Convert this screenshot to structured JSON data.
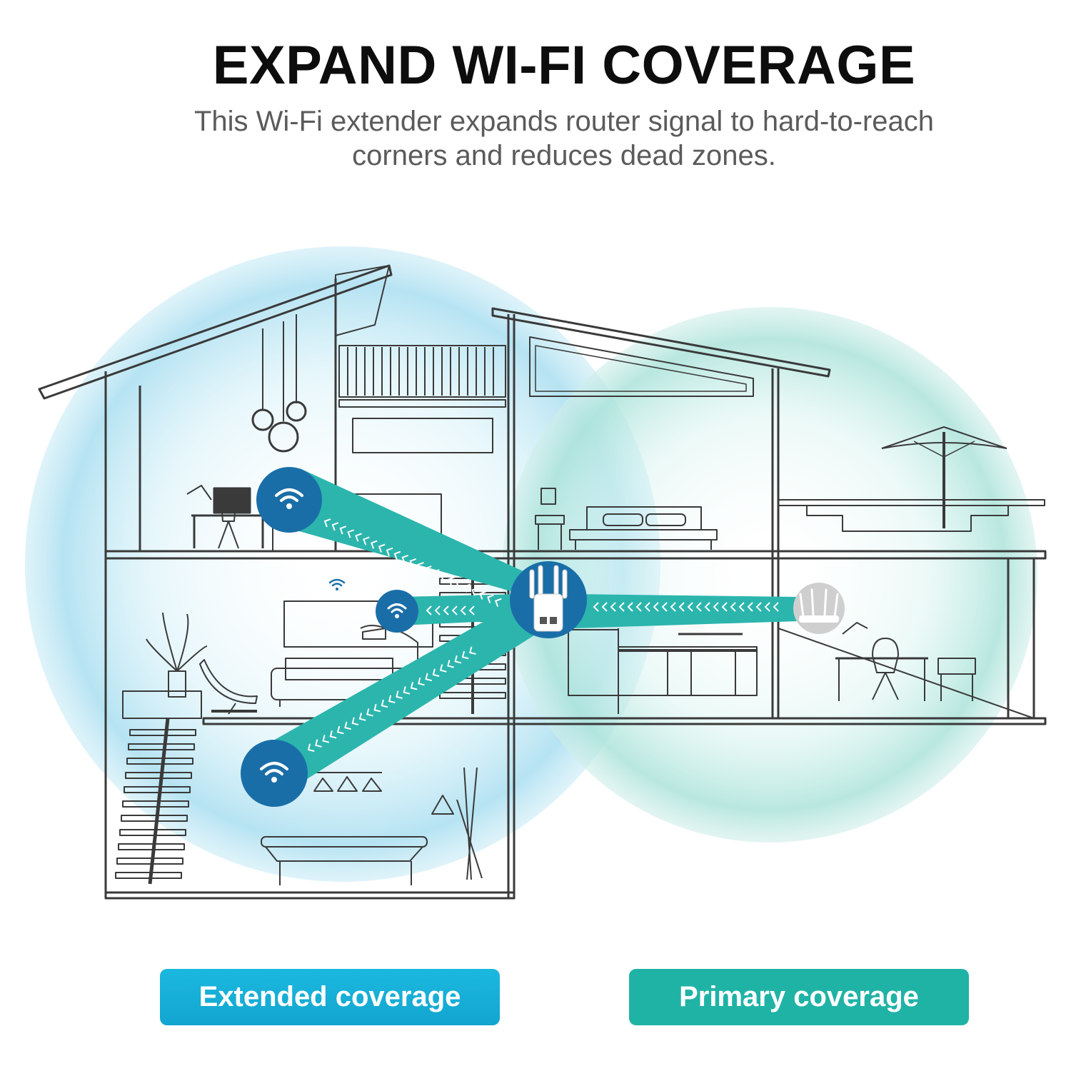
{
  "header": {
    "title": "EXPAND WI-FI COVERAGE",
    "subtitle_line1": "This Wi-Fi extender expands router signal to hard-to-reach",
    "subtitle_line2": "corners and reduces dead zones."
  },
  "legend": {
    "extended_label": "Extended coverage",
    "primary_label": "Primary coverage"
  },
  "colors": {
    "extended_accent": "#17aed6",
    "primary_accent": "#1fb3a6",
    "beam": "#2bb5ad",
    "wifi_node": "#1a6ea8",
    "line_art": "#3a3a3a",
    "extended_bubble": "#b9e6f2",
    "primary_bubble": "#c3ece6"
  },
  "icons": {
    "device": "wifi-extender-icon",
    "router": "router-icon",
    "client": "wifi-icon"
  }
}
